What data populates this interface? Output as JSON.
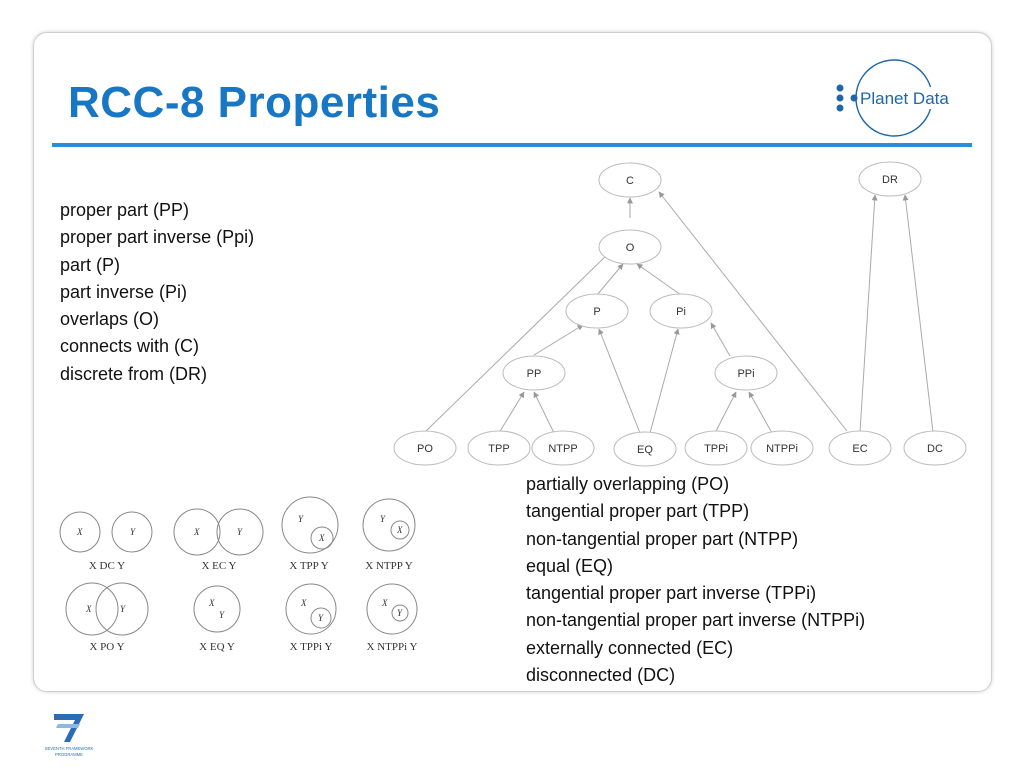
{
  "slide": {
    "title": "RCC-8 Properties",
    "logo_text": "Planet Data",
    "base_relations": [
      "proper part (PP)",
      "proper part inverse (Ppi)",
      "part (P)",
      "part inverse (Pi)",
      "overlaps (O)",
      "connects with (C)",
      "discrete from (DR)"
    ],
    "rcc8_relations": [
      "partially overlapping (PO)",
      "tangential proper part (TPP)",
      "non-tangential proper part (NTPP)",
      "equal (EQ)",
      "tangential proper part inverse (TPPi)",
      "non-tangential proper part inverse (NTPPi)",
      "externally connected (EC)",
      "disconnected (DC)"
    ]
  },
  "graph": {
    "nodes": [
      "C",
      "DR",
      "O",
      "P",
      "Pi",
      "PP",
      "PPi",
      "PO",
      "TPP",
      "NTPP",
      "EQ",
      "TPPi",
      "NTPPi",
      "EC",
      "DC"
    ]
  },
  "figure": {
    "var_x": "X",
    "var_y": "Y",
    "labels": [
      "X DC Y",
      "X EC Y",
      "X TPP Y",
      "X NTPP Y",
      "X PO Y",
      "X EQ Y",
      "X TPPi Y",
      "X NTPPi Y"
    ]
  },
  "footer": {
    "program_line1": "SEVENTH FRAMEWORK",
    "program_line2": "PROGRAMME"
  },
  "colors": {
    "title": "#1777c4",
    "rule": "#2b8fd6",
    "logo": "#1f66a8"
  }
}
